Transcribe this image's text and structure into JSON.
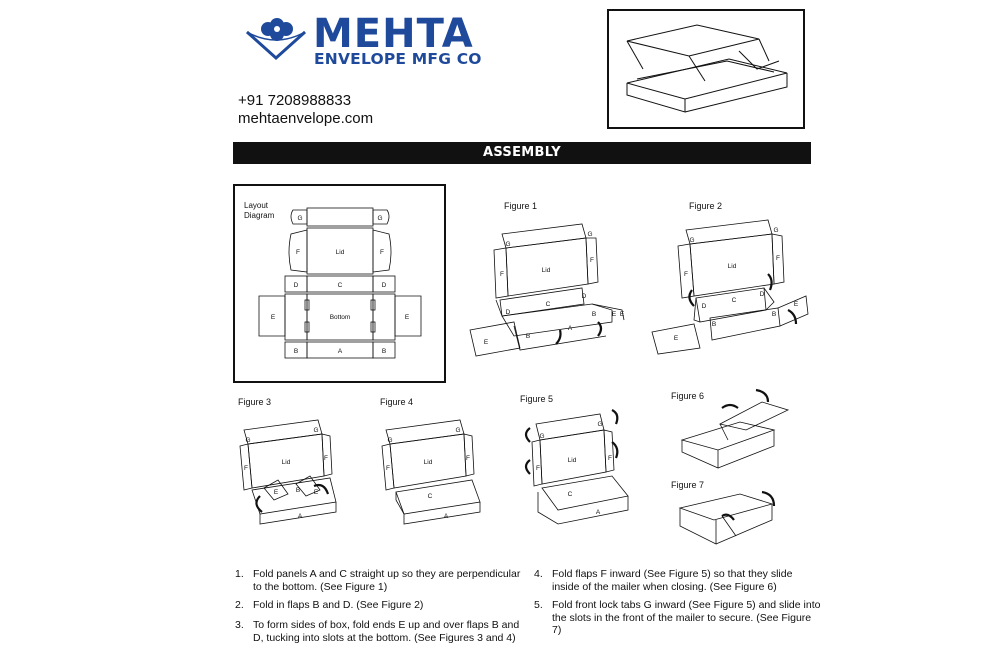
{
  "brand": {
    "name": "MEHTA",
    "subtitle": "ENVELOPE MFG CO"
  },
  "contact": {
    "phone": "+91 7208988833",
    "website": "mehtaenvelope.com"
  },
  "section_title": "ASSEMBLY",
  "layout_diagram": {
    "title_line1": "Layout",
    "title_line2": "Diagram",
    "panels": {
      "g": "G",
      "f": "F",
      "lid": "Lid",
      "c": "C",
      "d": "D",
      "e": "E",
      "bottom": "Bottom",
      "b": "B",
      "a": "A"
    }
  },
  "figures": {
    "fig1": "Figure 1",
    "fig2": "Figure 2",
    "fig3": "Figure 3",
    "fig4": "Figure 4",
    "fig5": "Figure 5",
    "fig6": "Figure 6",
    "fig7": "Figure 7"
  },
  "steps": [
    {
      "num": "1.",
      "text": "Fold panels A and C straight up so they are perpendicular to the bottom. (See Figure 1)"
    },
    {
      "num": "2.",
      "text": "Fold in flaps B and D. (See Figure 2)"
    },
    {
      "num": "3.",
      "text": "To form sides of box, fold ends E up and over flaps B and D, tucking into slots at the bottom. (See Figures 3 and 4)"
    },
    {
      "num": "4.",
      "text": "Fold flaps F inward (See Figure 5) so that they slide inside of the mailer when closing. (See Figure 6)"
    },
    {
      "num": "5.",
      "text": "Fold front lock tabs G inward (See Figure 5) and slide into the slots in the front of the mailer to secure. (See Figure 7)"
    }
  ]
}
